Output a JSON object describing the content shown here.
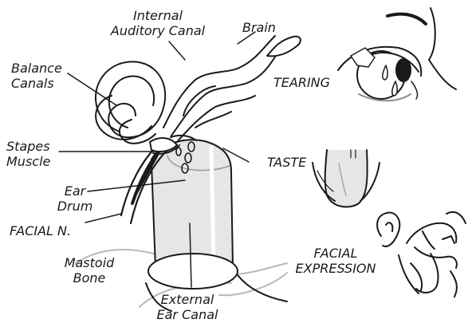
{
  "labels": {
    "internal_auditory_canal": [
      "Internal",
      "Auditory Canal"
    ],
    "brain": [
      "Brain"
    ],
    "balance_canals": [
      "Balance",
      "Canals"
    ],
    "tearing": [
      "TEARING"
    ],
    "stapes_muscle": [
      "Stapes",
      "Muscle"
    ],
    "taste": [
      "TASTE"
    ],
    "ear_drum": [
      "Ear",
      "Drum"
    ],
    "facial_nerve": [
      "FACIAL N."
    ],
    "mastoid_bone": [
      "Mastoid",
      "Bone"
    ],
    "facial_expression": [
      "FACIAL",
      "EXPRESSION"
    ],
    "external_ear_canal": [
      "External",
      "Ear  Canal"
    ]
  },
  "colors": {
    "ink": "#1a1a1a",
    "shade": "#d9d9d9",
    "light_shade": "#ececec"
  }
}
